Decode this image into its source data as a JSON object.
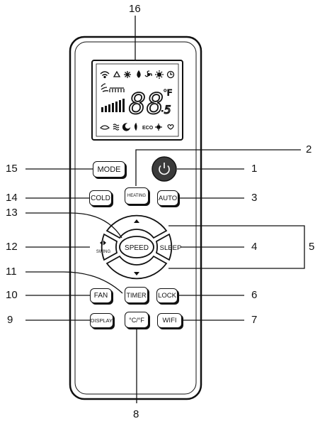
{
  "callouts": {
    "n1": "1",
    "n2": "2",
    "n3": "3",
    "n4": "4",
    "n5": "5",
    "n6": "6",
    "n7": "7",
    "n8": "8",
    "n9": "9",
    "n10": "10",
    "n11": "11",
    "n12": "12",
    "n13": "13",
    "n14": "14",
    "n15": "15",
    "n16": "16"
  },
  "buttons": {
    "mode": "MODE",
    "heating": "HEATING",
    "auto": "AUTO",
    "cold": "COLD",
    "speed": "SPEED",
    "sleep": "SLEEP",
    "swing": "SWING",
    "fan": "FAN",
    "timer": "TIMER",
    "lock": "LOCK",
    "display": "DISPLAY",
    "temp_unit": "°C/°F",
    "wifi": "WIFI"
  },
  "lcd": {
    "digits": "88",
    "small_digit": "5",
    "eco": "ECO",
    "temp_icon": "℉"
  },
  "icons": [
    "wifi-icon",
    "recycle-icon",
    "snowflake-icon",
    "water-drop-icon",
    "fan-icon",
    "sun-icon",
    "clock-icon",
    "power-icon",
    "arrow-up-icon",
    "arrow-down-icon",
    "arrow-left-right-icon"
  ]
}
